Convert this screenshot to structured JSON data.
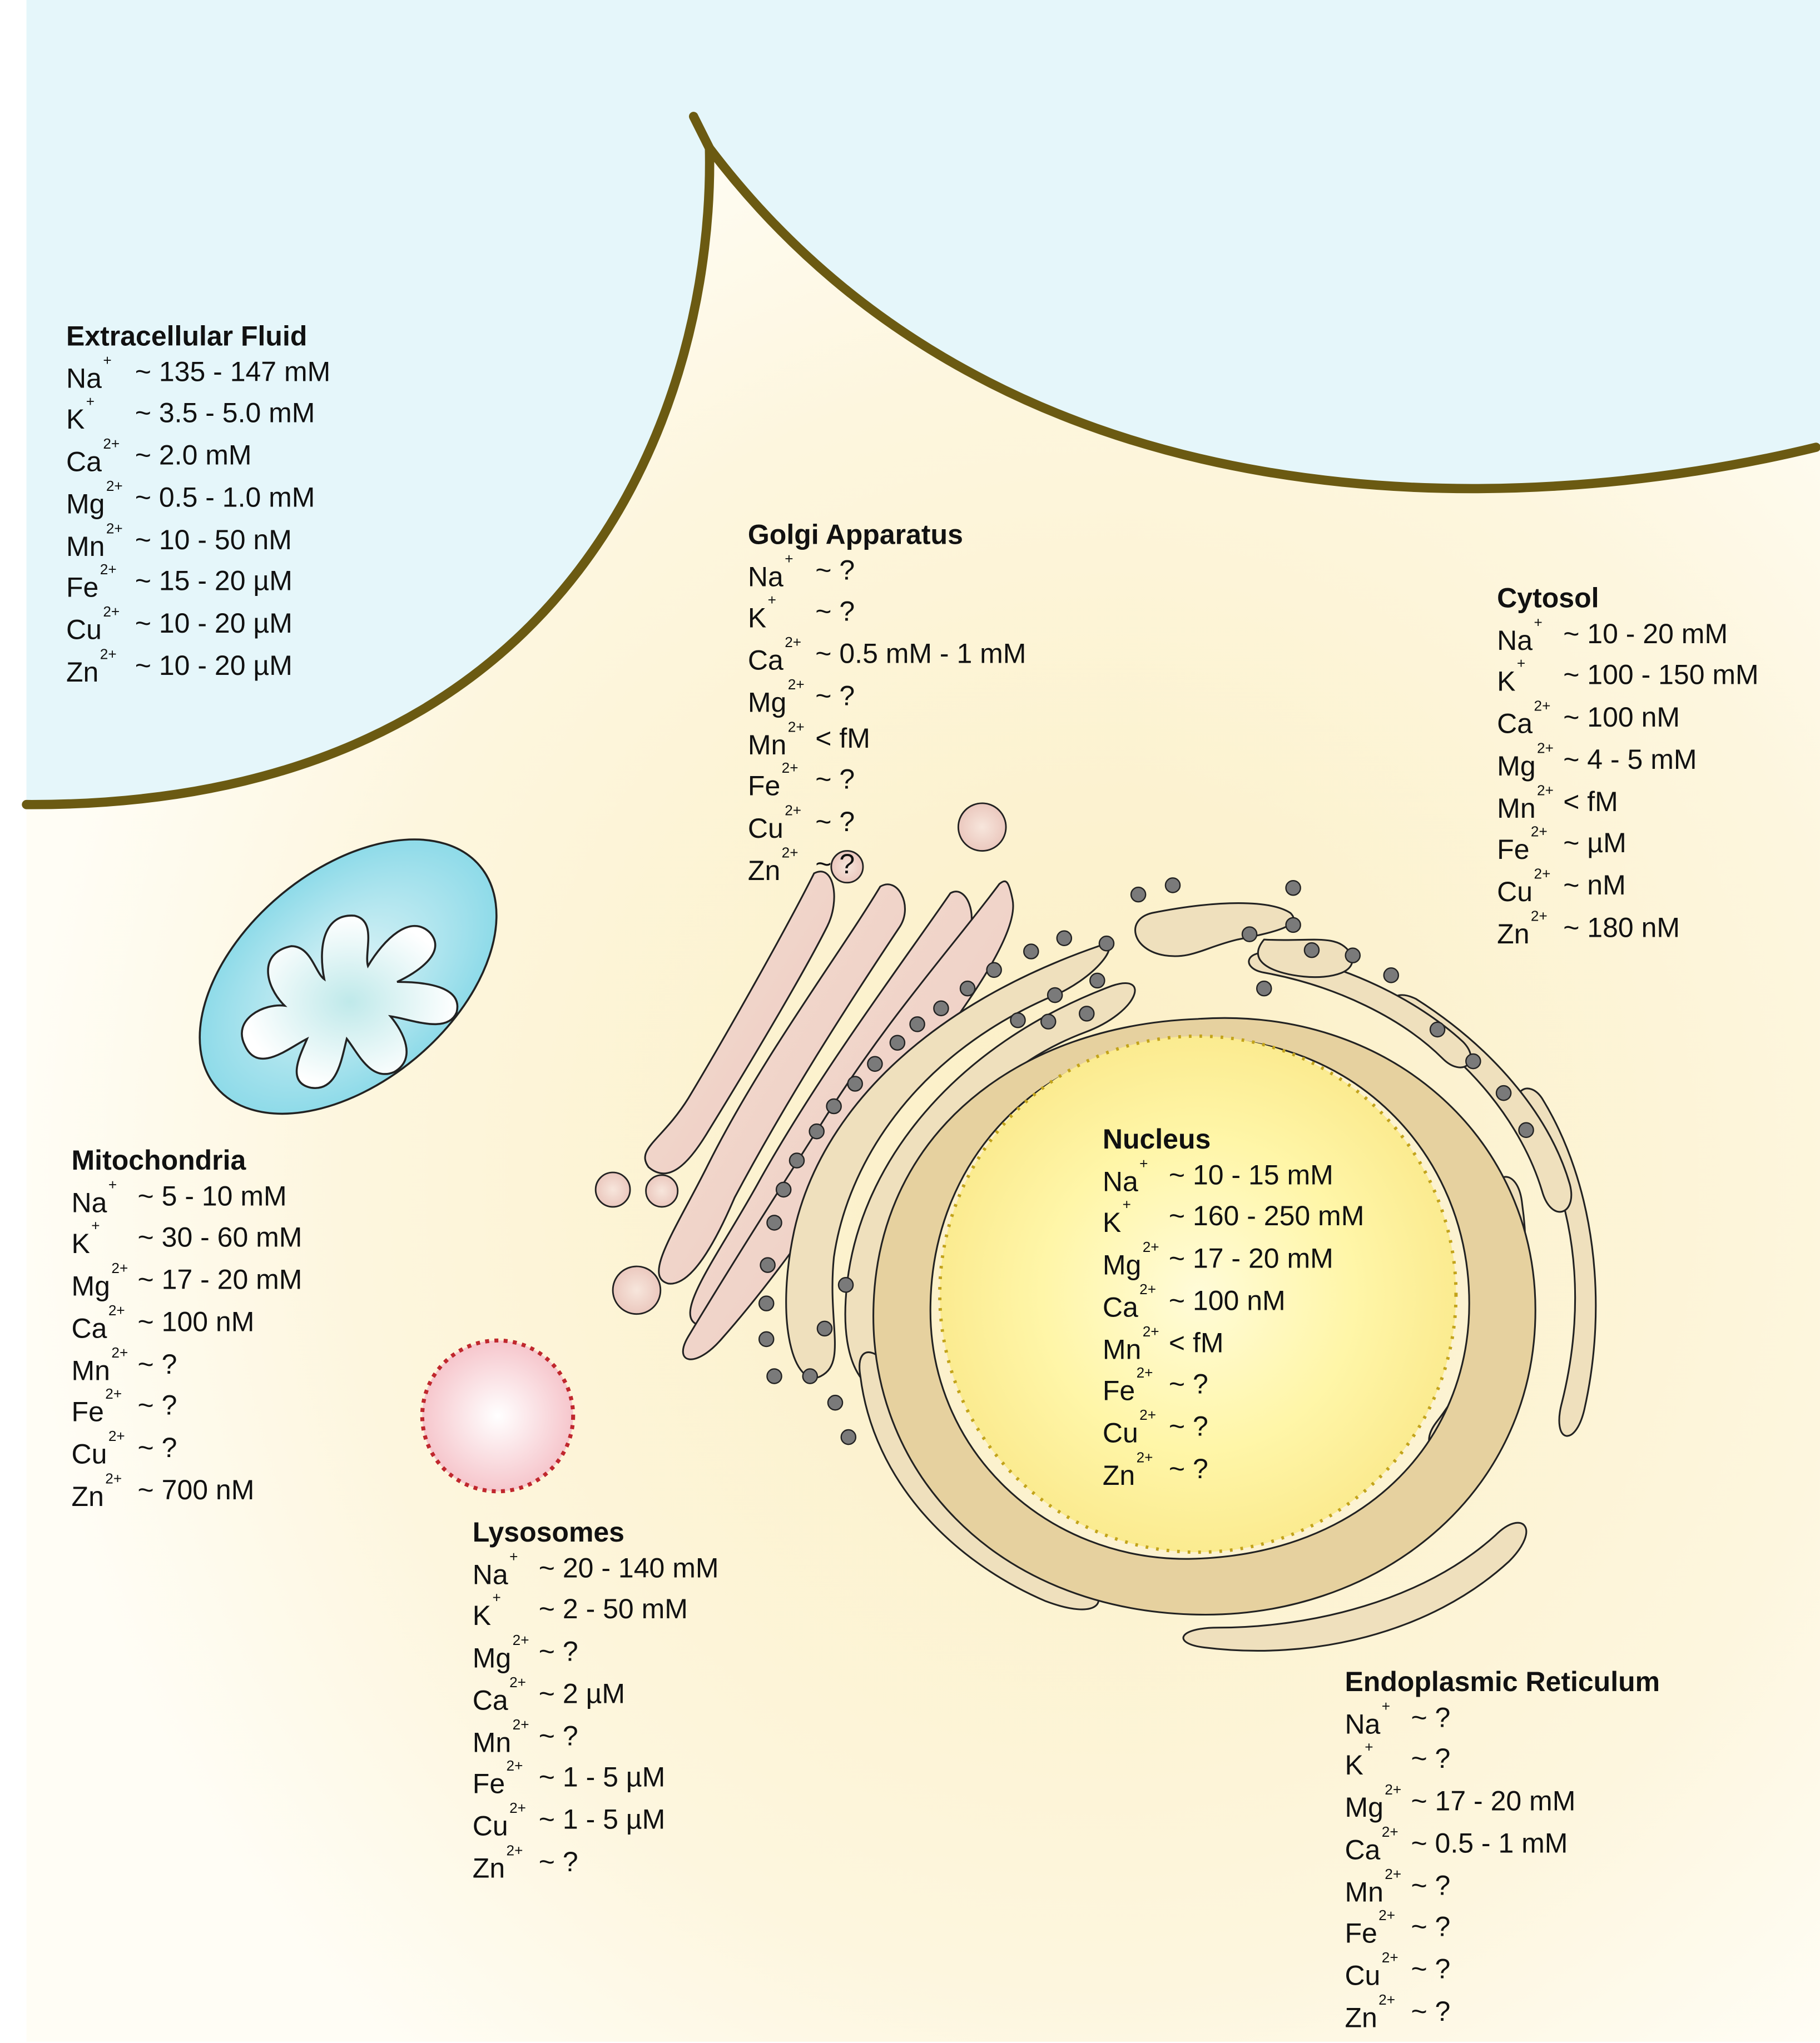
{
  "colors": {
    "extracellular_fill": "#e5f6fa",
    "membrane_stroke": "#6b5a12",
    "cytoplasm_fill": "#fdf6de",
    "er_fill": "#efe0bd",
    "golgi_fill": "#f1d6cc",
    "nucleus_fill": "#fff6b0",
    "mitochondria_fill": "#8fdbe8",
    "lysosome_border": "#c0272d",
    "ribosome_fill": "#7a7a7a"
  },
  "panels": [
    {
      "id": "extracellular",
      "title": "Extracellular Fluid",
      "ions": [
        {
          "symbol": "Na",
          "charge": "+",
          "value": "~ 135 - 147 mM"
        },
        {
          "symbol": "K",
          "charge": "+",
          "value": "~ 3.5 - 5.0 mM"
        },
        {
          "symbol": "Ca",
          "charge": "2+",
          "value": "~ 2.0 mM"
        },
        {
          "symbol": "Mg",
          "charge": "2+",
          "value": "~ 0.5 - 1.0 mM"
        },
        {
          "symbol": "Mn",
          "charge": "2+",
          "value": "~ 10 - 50 nM"
        },
        {
          "symbol": "Fe",
          "charge": "2+",
          "value": "~ 15 - 20 µM"
        },
        {
          "symbol": "Cu",
          "charge": "2+",
          "value": "~ 10 - 20 µM"
        },
        {
          "symbol": "Zn",
          "charge": "2+",
          "value": "~ 10 - 20 µM"
        }
      ]
    },
    {
      "id": "golgi",
      "title": "Golgi Apparatus",
      "ions": [
        {
          "symbol": "Na",
          "charge": "+",
          "value": "~ ?"
        },
        {
          "symbol": "K",
          "charge": "+",
          "value": "~ ?"
        },
        {
          "symbol": "Ca",
          "charge": "2+",
          "value": "~ 0.5 mM - 1 mM"
        },
        {
          "symbol": "Mg",
          "charge": "2+",
          "value": "~ ?"
        },
        {
          "symbol": "Mn",
          "charge": "2+",
          "value": "< fM"
        },
        {
          "symbol": "Fe",
          "charge": "2+",
          "value": "~ ?"
        },
        {
          "symbol": "Cu",
          "charge": "2+",
          "value": "~ ?"
        },
        {
          "symbol": "Zn",
          "charge": "2+",
          "value": "~ ?"
        }
      ]
    },
    {
      "id": "cytosol",
      "title": "Cytosol",
      "ions": [
        {
          "symbol": "Na",
          "charge": "+",
          "value": "~ 10 - 20 mM"
        },
        {
          "symbol": "K",
          "charge": "+",
          "value": "~ 100 - 150 mM"
        },
        {
          "symbol": "Ca",
          "charge": "2+",
          "value": "~ 100 nM"
        },
        {
          "symbol": "Mg",
          "charge": "2+",
          "value": "~ 4 - 5 mM"
        },
        {
          "symbol": "Mn",
          "charge": "2+",
          "value": "< fM"
        },
        {
          "symbol": "Fe",
          "charge": "2+",
          "value": "~ µM"
        },
        {
          "symbol": "Cu",
          "charge": "2+",
          "value": "~ nM"
        },
        {
          "symbol": "Zn",
          "charge": "2+",
          "value": "~ 180 nM"
        }
      ]
    },
    {
      "id": "mitochondria",
      "title": "Mitochondria",
      "ions": [
        {
          "symbol": "Na",
          "charge": "+",
          "value": "~ 5 - 10 mM"
        },
        {
          "symbol": "K",
          "charge": "+",
          "value": "~ 30 - 60 mM"
        },
        {
          "symbol": "Mg",
          "charge": "2+",
          "value": "~ 17 - 20 mM"
        },
        {
          "symbol": "Ca",
          "charge": "2+",
          "value": "~ 100 nM"
        },
        {
          "symbol": "Mn",
          "charge": "2+",
          "value": "~ ?"
        },
        {
          "symbol": "Fe",
          "charge": "2+",
          "value": "~ ?"
        },
        {
          "symbol": "Cu",
          "charge": "2+",
          "value": "~ ?"
        },
        {
          "symbol": "Zn",
          "charge": "2+",
          "value": "~ 700 nM"
        }
      ]
    },
    {
      "id": "nucleus",
      "title": "Nucleus",
      "ions": [
        {
          "symbol": "Na",
          "charge": "+",
          "value": "~ 10 - 15 mM"
        },
        {
          "symbol": "K",
          "charge": "+",
          "value": "~ 160 - 250 mM"
        },
        {
          "symbol": "Mg",
          "charge": "2+",
          "value": "~ 17 - 20 mM"
        },
        {
          "symbol": "Ca",
          "charge": "2+",
          "value": "~ 100 nM"
        },
        {
          "symbol": "Mn",
          "charge": "2+",
          "value": "< fM"
        },
        {
          "symbol": "Fe",
          "charge": "2+",
          "value": "~ ?"
        },
        {
          "symbol": "Cu",
          "charge": "2+",
          "value": "~ ?"
        },
        {
          "symbol": "Zn",
          "charge": "2+",
          "value": "~ ?"
        }
      ]
    },
    {
      "id": "lysosomes",
      "title": "Lysosomes",
      "ions": [
        {
          "symbol": "Na",
          "charge": "+",
          "value": "~ 20 - 140 mM"
        },
        {
          "symbol": "K",
          "charge": "+",
          "value": "~ 2 - 50 mM"
        },
        {
          "symbol": "Mg",
          "charge": "2+",
          "value": "~ ?"
        },
        {
          "symbol": "Ca",
          "charge": "2+",
          "value": "~ 2 µM"
        },
        {
          "symbol": "Mn",
          "charge": "2+",
          "value": "~ ?"
        },
        {
          "symbol": "Fe",
          "charge": "2+",
          "value": "~ 1 - 5 µM"
        },
        {
          "symbol": "Cu",
          "charge": "2+",
          "value": "~ 1 - 5 µM"
        },
        {
          "symbol": "Zn",
          "charge": "2+",
          "value": "~ ?"
        }
      ]
    },
    {
      "id": "er",
      "title": "Endoplasmic Reticulum",
      "ions": [
        {
          "symbol": "Na",
          "charge": "+",
          "value": "~ ?"
        },
        {
          "symbol": "K",
          "charge": "+",
          "value": "~ ?"
        },
        {
          "symbol": "Mg",
          "charge": "2+",
          "value": "~ 17 - 20 mM"
        },
        {
          "symbol": "Ca",
          "charge": "2+",
          "value": "~ 0.5 - 1 mM"
        },
        {
          "symbol": "Mn",
          "charge": "2+",
          "value": "~ ?"
        },
        {
          "symbol": "Fe",
          "charge": "2+",
          "value": "~ ?"
        },
        {
          "symbol": "Cu",
          "charge": "2+",
          "value": "~ ?"
        },
        {
          "symbol": "Zn",
          "charge": "2+",
          "value": "~ ?"
        }
      ]
    }
  ]
}
